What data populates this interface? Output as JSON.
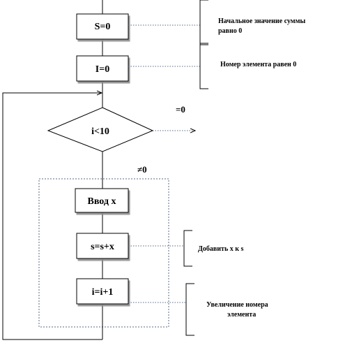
{
  "nodes": {
    "init_sum": "S=0",
    "init_index": "I=0",
    "condition": "i<10",
    "input": "Ввод x",
    "accumulate": "s=s+x",
    "increment": "i=i+1"
  },
  "branches": {
    "exit": "=0",
    "loop": "≠0"
  },
  "comments": {
    "init_sum": [
      "Начальное значение суммы",
      "равно 0"
    ],
    "init_index": [
      "Номер  элемента равен 0"
    ],
    "accumulate": [
      "Добавить x к s"
    ],
    "increment": [
      "Увеличение номера",
      "элемента"
    ]
  }
}
